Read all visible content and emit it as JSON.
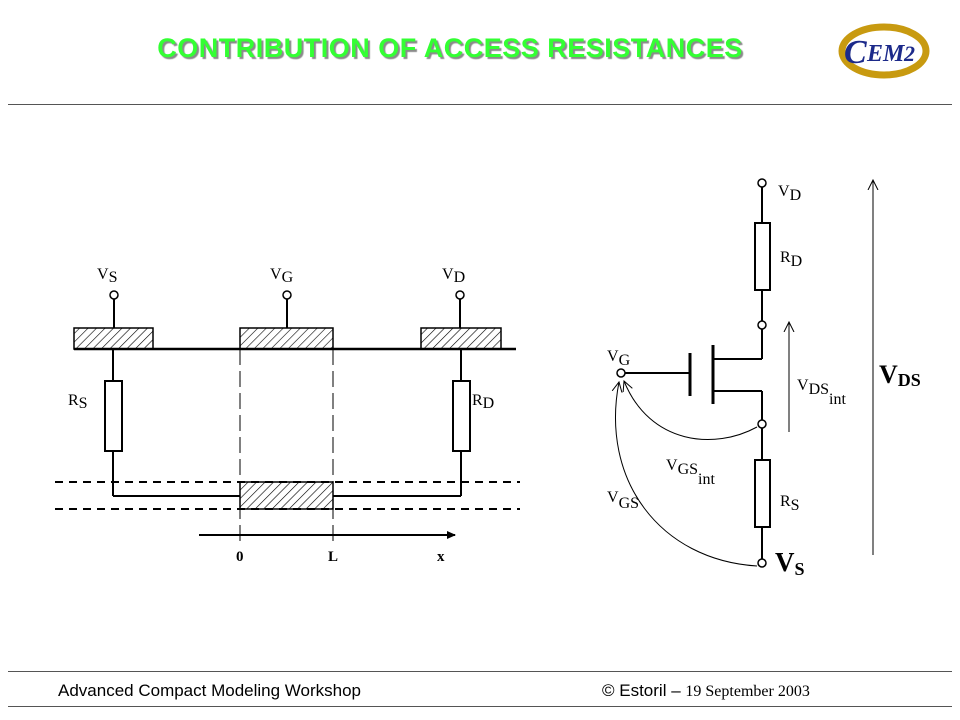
{
  "slide": {
    "title": "CONTRIBUTION OF ACCESS RESISTANCES",
    "logo": {
      "letter": "C",
      "text": "EM",
      "digit": "2"
    }
  },
  "device": {
    "vs": {
      "main": "V",
      "sub": "S"
    },
    "vg": {
      "main": "V",
      "sub": "G"
    },
    "vd": {
      "main": "V",
      "sub": "D"
    },
    "rs": {
      "main": "R",
      "sub": "S"
    },
    "rd": {
      "main": "R",
      "sub": "D"
    },
    "axis": {
      "origin": "0",
      "length": "L",
      "var": "x"
    }
  },
  "circuit": {
    "vd": {
      "main": "V",
      "sub": "D"
    },
    "rd": {
      "main": "R",
      "sub": "D"
    },
    "vg": {
      "main": "V",
      "sub": "G"
    },
    "vds_int": {
      "main": "V",
      "sub": "DS",
      "sub2": "int"
    },
    "vds": {
      "main": "V",
      "sub": "DS"
    },
    "vgs_int": {
      "main": "V",
      "sub": "GS",
      "sub2": "int"
    },
    "vgs": {
      "main": "V",
      "sub": "GS"
    },
    "rs": {
      "main": "R",
      "sub": "S"
    },
    "vs": {
      "main": "V",
      "sub": "S"
    }
  },
  "footer": {
    "left": "Advanced Compact Modeling Workshop",
    "right_prefix": "© Estoril – ",
    "right_date": "19 September 2003"
  }
}
